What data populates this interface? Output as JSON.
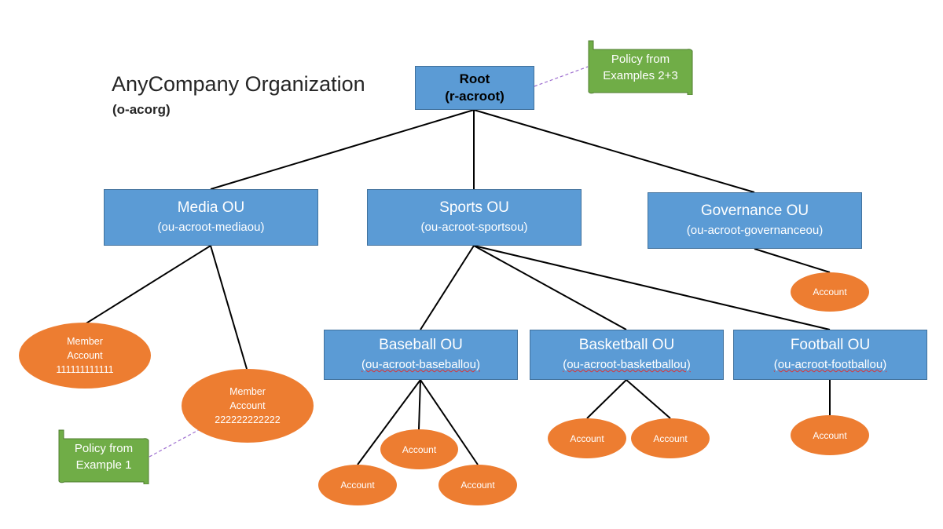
{
  "organization": {
    "title": "AnyCompany Organization",
    "id": "(o-acorg)"
  },
  "root": {
    "name": "Root",
    "id": "(r-acroot)"
  },
  "ous": {
    "media": {
      "name": "Media OU",
      "id": "(ou-acroot-mediaou)"
    },
    "sports": {
      "name": "Sports OU",
      "id": "(ou-acroot-sportsou)"
    },
    "governance": {
      "name": "Governance OU",
      "id": "(ou-acroot-governanceou)"
    },
    "baseball": {
      "name": "Baseball OU",
      "id": "(ou-acroot-baseballou)"
    },
    "basketball": {
      "name": "Basketball OU",
      "id": "(ou-acroot-basketballou)"
    },
    "football": {
      "name": "Football OU",
      "id": "(ou-acroot-footballou)"
    }
  },
  "member_accounts": [
    {
      "line1": "Member",
      "line2": "Account",
      "line3": "111111111111"
    },
    {
      "line1": "Member",
      "line2": "Account",
      "line3": "222222222222"
    }
  ],
  "account_label": "Account",
  "policies": {
    "root_policy": {
      "line1": "Policy from",
      "line2": "Examples 2+3"
    },
    "member_policy": {
      "line1": "Policy from",
      "line2": "Example 1"
    }
  },
  "colors": {
    "ou_fill": "#5b9bd5",
    "account_fill": "#ed7d31",
    "policy_fill": "#70ad47",
    "connector": "#000000",
    "policy_link": "#7030a0"
  }
}
